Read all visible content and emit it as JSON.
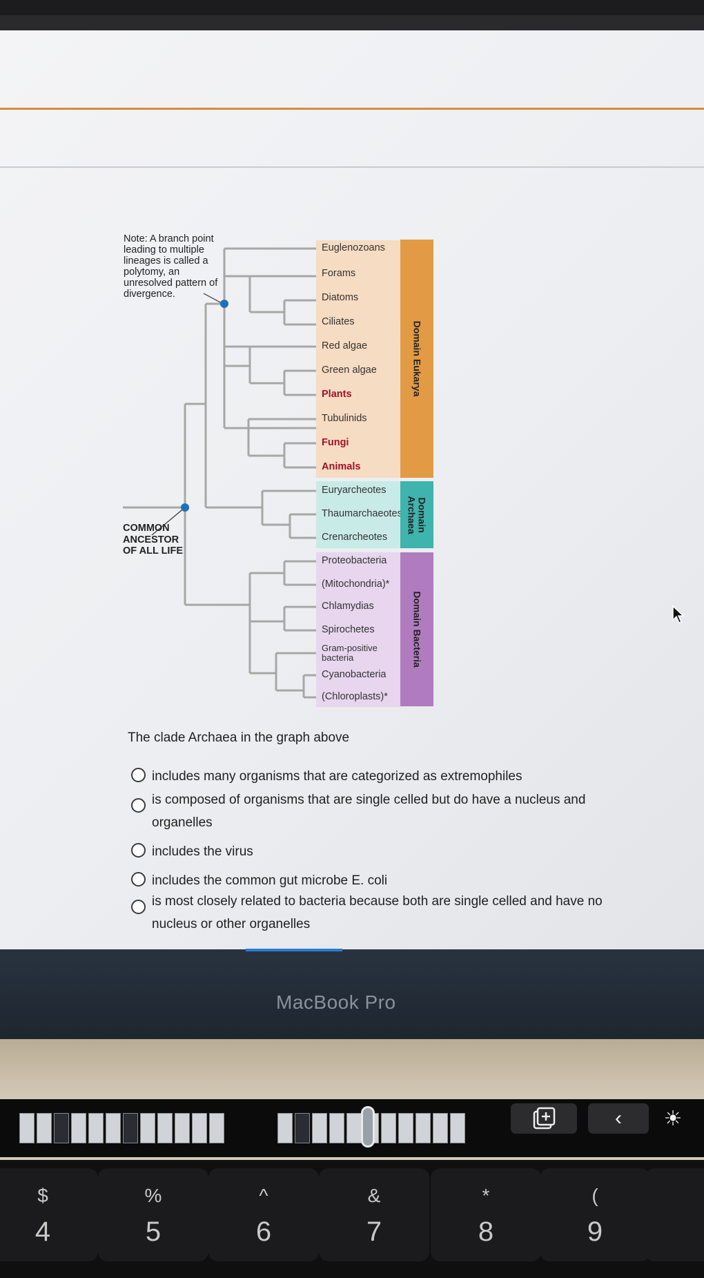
{
  "diagram": {
    "note": "Note: A branch point leading to multiple lineages is called a polytomy, an unresolved pattern of divergence.",
    "ancestor_label": "COMMON ANCESTOR OF ALL LIFE",
    "taxa": [
      {
        "label": "Euglenozoans",
        "bold": false
      },
      {
        "label": "Forams",
        "bold": false
      },
      {
        "label": "Diatoms",
        "bold": false
      },
      {
        "label": "Ciliates",
        "bold": false
      },
      {
        "label": "Red algae",
        "bold": false
      },
      {
        "label": "Green algae",
        "bold": false
      },
      {
        "label": "Plants",
        "bold": true
      },
      {
        "label": "Tubulinids",
        "bold": false
      },
      {
        "label": "Fungi",
        "bold": true
      },
      {
        "label": "Animals",
        "bold": true
      },
      {
        "label": "Euryarcheotes",
        "bold": false
      },
      {
        "label": "Thaumarchaeotes",
        "bold": false
      },
      {
        "label": "Crenarcheotes",
        "bold": false
      },
      {
        "label": "Proteobacteria",
        "bold": false
      },
      {
        "label": "(Mitochondria)*",
        "bold": false
      },
      {
        "label": "Chlamydias",
        "bold": false
      },
      {
        "label": "Spirochetes",
        "bold": false
      },
      {
        "label": "Gram-positive bacteria",
        "bold": false
      },
      {
        "label": "Cyanobacteria",
        "bold": false
      },
      {
        "label": "(Chloroplasts)*",
        "bold": false
      }
    ],
    "domains": [
      {
        "label": "Domain Eukarya",
        "color": "#e39a45",
        "band_color": "#f6dcc2"
      },
      {
        "label": "Domain Archaea",
        "color": "#3fb3ad",
        "band_color": "#c8ebe8"
      },
      {
        "label": "Domain Bacteria",
        "color": "#b07cbf",
        "band_color": "#e7d6ee"
      }
    ],
    "node_color": "#1f6fbf",
    "branch_color": "#a6a8a5"
  },
  "question": {
    "stem": "The clade Archaea in the graph above",
    "options": [
      {
        "text": "includes many organisms that are categorized as extremophiles"
      },
      {
        "text": "is composed of organisms that are single celled but do have a nucleus and organelles"
      },
      {
        "text": "includes the virus"
      },
      {
        "text": "includes the common gut microbe E. coli"
      },
      {
        "text": "is most closely related to bacteria because both are single celled and have no nucleus or other organelles"
      }
    ]
  },
  "device": {
    "label": "MacBook Pro",
    "keys": [
      {
        "sym": "$",
        "num": "4"
      },
      {
        "sym": "%",
        "num": "5"
      },
      {
        "sym": "^",
        "num": "6"
      },
      {
        "sym": "&",
        "num": "7"
      },
      {
        "sym": "*",
        "num": "8"
      },
      {
        "sym": "(",
        "num": "9"
      }
    ],
    "touchbar_icons": [
      "screenshot-icon",
      "chevron-left-icon",
      "brightness-icon"
    ]
  }
}
